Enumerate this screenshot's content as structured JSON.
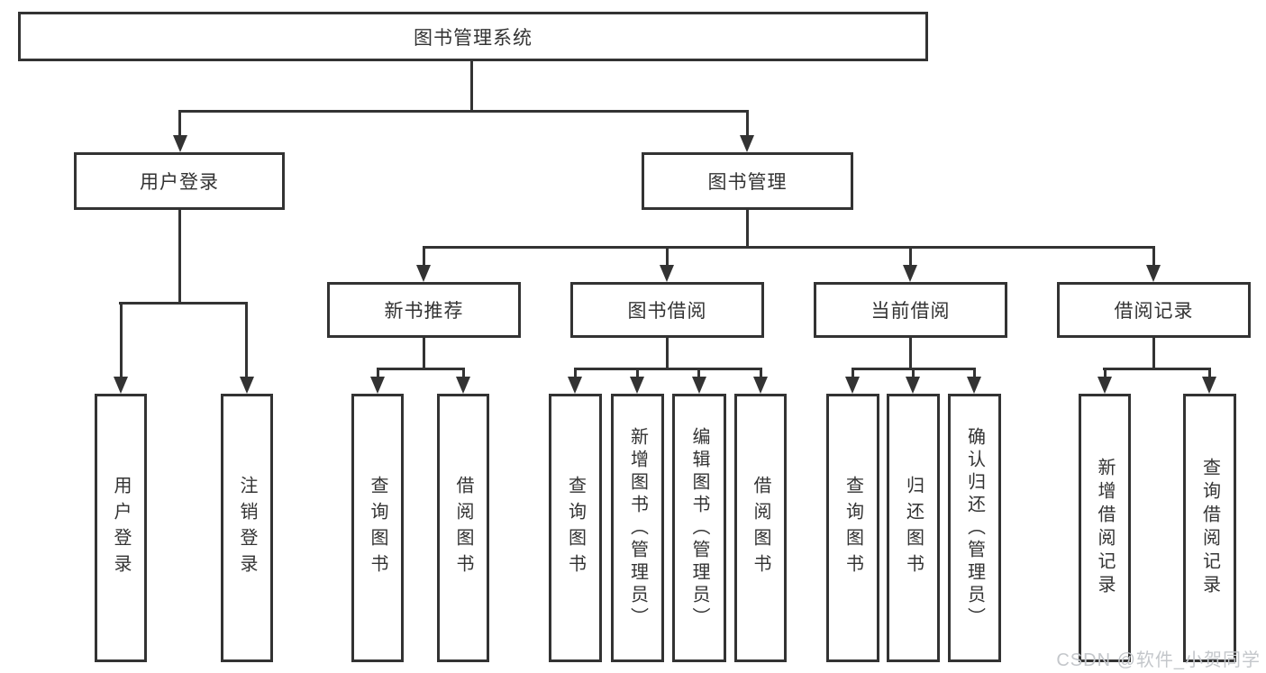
{
  "colors": {
    "line": "#333333",
    "text": "#333333",
    "background": "#ffffff",
    "watermark": "#c4c7cb"
  },
  "watermark": "CSDN @软件_小贺同学",
  "tree": {
    "root": {
      "label": "图书管理系统",
      "children": [
        {
          "label": "用户登录",
          "children": [
            {
              "label": "用户登录"
            },
            {
              "label": "注销登录"
            }
          ]
        },
        {
          "label": "图书管理",
          "children": [
            {
              "label": "新书推荐",
              "children": [
                {
                  "label": "查询图书"
                },
                {
                  "label": "借阅图书"
                }
              ]
            },
            {
              "label": "图书借阅",
              "children": [
                {
                  "label": "查询图书"
                },
                {
                  "label": "新增图书（管理员）"
                },
                {
                  "label": "编辑图书（管理员）"
                },
                {
                  "label": "借阅图书"
                }
              ]
            },
            {
              "label": "当前借阅",
              "children": [
                {
                  "label": "查询图书"
                },
                {
                  "label": "归还图书"
                },
                {
                  "label": "确认归还（管理员）"
                }
              ]
            },
            {
              "label": "借阅记录",
              "children": [
                {
                  "label": "新增借阅记录"
                },
                {
                  "label": "查询借阅记录"
                }
              ]
            }
          ]
        }
      ]
    }
  }
}
